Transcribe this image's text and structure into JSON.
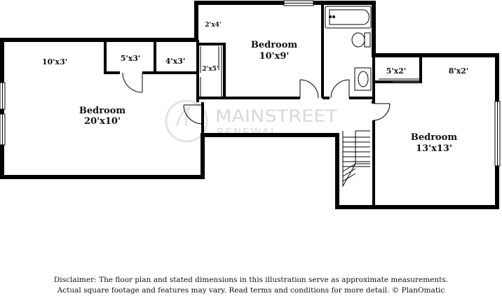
{
  "rooms": {
    "bedroom_left": {
      "name": "Bedroom",
      "dim": "20'x10'"
    },
    "closet_left": {
      "dim": "10'x3'"
    },
    "closet_a": {
      "dim": "5'x3'"
    },
    "closet_b": {
      "dim": "4'x3'"
    },
    "closet_c": {
      "dim": "2'x4'"
    },
    "closet_d": {
      "dim": "2'x5'"
    },
    "bedroom_mid": {
      "name": "Bedroom",
      "dim": "10'x9'"
    },
    "closet_e": {
      "dim": "5'x2'"
    },
    "closet_f": {
      "dim": "8'x2'"
    },
    "bedroom_right": {
      "name": "Bedroom",
      "dim": "13'x13'"
    }
  },
  "watermark": {
    "line1": "MAINSTREET",
    "line2": "RENEWAL"
  },
  "disclaimer": {
    "line1": "Disclaimer: The floor plan and stated dimensions in this illustration serve as approximate measurements.",
    "line2": "Actual square footage and features may vary. Read terms and conditions for more detail. © PlanOmatic"
  }
}
